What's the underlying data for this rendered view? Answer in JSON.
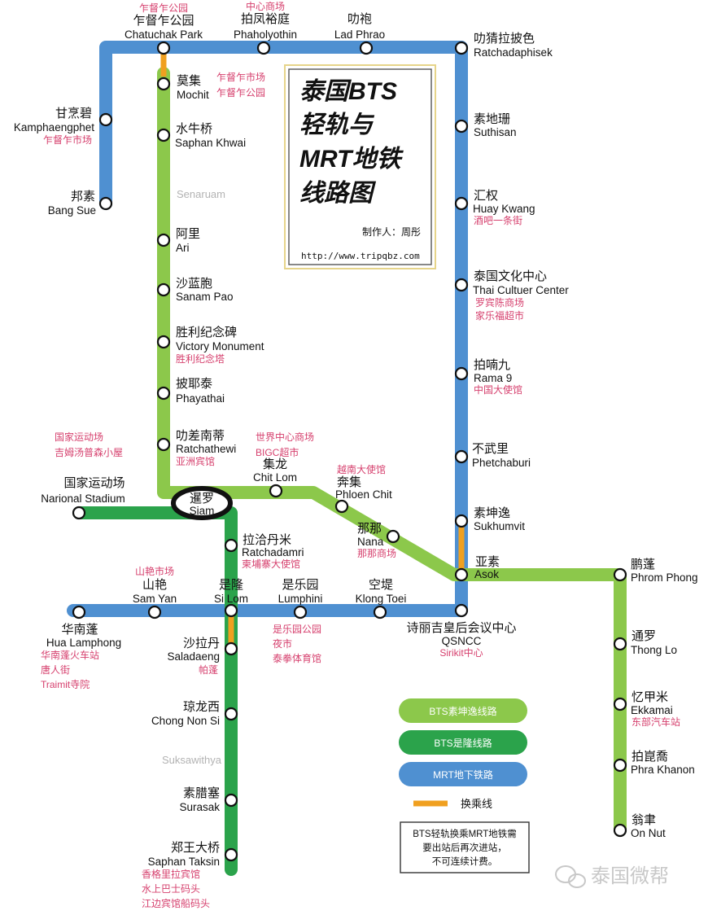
{
  "title": {
    "lines": [
      "泰国BTS",
      "轻轨与",
      "MRT地铁",
      "线路图"
    ],
    "credit": "制作人：周彤",
    "url": "http://www.tripqbz.com"
  },
  "colors": {
    "sukhumvit": "#8cc84b",
    "silom": "#2ba34b",
    "mrt": "#4f90d1",
    "transfer": "#f0a020",
    "note": "#d6406e"
  },
  "stations": {
    "chatuchak": {
      "zh": "乍督乍公园",
      "en": "Chatuchak Park",
      "note": "乍督乍公园"
    },
    "phaholyothin": {
      "zh": "拍凤裕庭",
      "en": "Phaholyothin",
      "note": "中心商场"
    },
    "ladphrao": {
      "zh": "叻袍",
      "en": "Lad Phrao"
    },
    "ratchadaphisek": {
      "zh": "叻猜拉披色",
      "en": "Ratchadaphisek"
    },
    "kamphaengphet": {
      "zh": "甘烹碧",
      "en": "Kamphaengphet",
      "note": "乍督乍市场"
    },
    "bangsue": {
      "zh": "邦素",
      "en": "Bang Sue"
    },
    "mochit": {
      "zh": "莫集",
      "en": "Mochit",
      "note1": "乍督乍市场",
      "note2": "乍督乍公园"
    },
    "saphankhwai": {
      "zh": "水牛桥",
      "en": "Saphan Khwai"
    },
    "senaruam": {
      "en": "Senaruam"
    },
    "ari": {
      "zh": "阿里",
      "en": "Ari"
    },
    "sanampao": {
      "zh": "沙蓝胞",
      "en": "Sanam Pao"
    },
    "victory": {
      "zh": "胜利纪念碑",
      "en": "Victory Monument",
      "note": "胜利纪念塔"
    },
    "phayathai": {
      "zh": "披耶泰",
      "en": "Phayathai"
    },
    "ratchathewi": {
      "zh": "叻差南蒂",
      "en": "Ratchathewi",
      "note": "亚洲宾馆"
    },
    "national_notes": {
      "note1": "国家运动场",
      "note2": "吉姆汤普森小屋"
    },
    "national": {
      "zh": "国家运动场",
      "en": "Narional Stadium"
    },
    "siam": {
      "zh": "暹罗",
      "en": "Siam"
    },
    "chitlom": {
      "zh": "集龙",
      "en": "Chit Lom",
      "note1": "世界中心商场",
      "note2": "BIGC超市"
    },
    "phloenchit": {
      "zh": "奔集",
      "en": "Phloen Chit",
      "note": "越南大使馆"
    },
    "nana": {
      "zh": "那那",
      "en": "Nana",
      "note": "那那商场"
    },
    "suthisan": {
      "zh": "素地珊",
      "en": "Suthisan"
    },
    "huaykwang": {
      "zh": "汇权",
      "en": "Huay Kwang",
      "note": "酒吧一条街"
    },
    "thaicultural": {
      "zh": "泰国文化中心",
      "en": "Thai Cultuer Center",
      "note1": "罗宾陈商场",
      "note2": "家乐福超市"
    },
    "rama9": {
      "zh": "拍喃九",
      "en": "Rama 9",
      "note": "中国大使馆"
    },
    "phetchaburi": {
      "zh": "不武里",
      "en": "Phetchaburi"
    },
    "sukhumvit": {
      "zh": "素坤逸",
      "en": "Sukhumvit"
    },
    "asok": {
      "zh": "亚素",
      "en": "Asok"
    },
    "phromphong": {
      "zh": "鹏蓬",
      "en": "Phrom Phong"
    },
    "thonglo": {
      "zh": "通罗",
      "en": "Thong Lo"
    },
    "ekkamai": {
      "zh": "忆甲米",
      "en": "Ekkamai",
      "note": "东部汽车站"
    },
    "phrakhanon": {
      "zh": "拍崑喬",
      "en": "Phra Khanon"
    },
    "onnut": {
      "zh": "翁聿",
      "en": "On Nut"
    },
    "ratchadamri": {
      "zh": "拉洽丹米",
      "en": "Ratchadamri",
      "note": "柬埔寨大使馆"
    },
    "samyan": {
      "zh": "山艳",
      "en": "Sam Yan",
      "note": "山艳市场"
    },
    "silom": {
      "zh": "是隆",
      "en": "Si Lom"
    },
    "lumphini": {
      "zh": "是乐园",
      "en": "Lumphini",
      "note1": "是乐园公园",
      "note2": "夜市",
      "note3": "泰拳体育馆"
    },
    "klongtoei": {
      "zh": "空堤",
      "en": "Klong Toei"
    },
    "qsncc": {
      "zh": "诗丽吉皇后会议中心",
      "en": "QSNCC",
      "note": "Sirikit中心"
    },
    "hualamphong": {
      "zh": "华南蓬",
      "en": "Hua Lamphong",
      "note1": "华南蓬火车站",
      "note2": "唐人街",
      "note3": "Traimit寺院"
    },
    "saladaeng": {
      "zh": "沙拉丹",
      "en": "Saladaeng",
      "note": "帕蓬"
    },
    "chongnonsi": {
      "zh": "琼龙西",
      "en": "Chong Non Si"
    },
    "suksawithya": {
      "en": "Suksawithya"
    },
    "surasak": {
      "zh": "素腊塞",
      "en": "Surasak"
    },
    "saphantaksin": {
      "zh": "郑王大桥",
      "en": "Saphan Taksin",
      "note1": "香格里拉宾馆",
      "note2": "水上巴士码头",
      "note3": "江边宾馆船码头"
    }
  },
  "legend": {
    "sukhumvit_line": "BTS素坤逸线路",
    "silom_line": "BTS是隆线路",
    "mrt_line": "MRT地下铁路",
    "transfer": "换乘线",
    "note_lines": [
      "BTS轻轨换乘MRT地铁需",
      "要出站后再次进站，",
      "不可连续计费。"
    ]
  },
  "watermark": "泰国微帮"
}
